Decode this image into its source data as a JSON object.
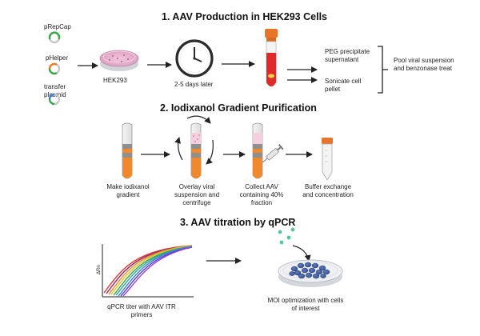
{
  "sections": [
    {
      "title": "1.  AAV Production in HEK293 Cells"
    },
    {
      "title": "2. Iodixanol Gradient Purification"
    },
    {
      "title": "3. AAV titration by qPCR"
    }
  ],
  "plasmids": [
    "pRepCap",
    "pHelper",
    "transfer plasmid"
  ],
  "step1": {
    "cells": "HEK293",
    "time": "2-5 days later",
    "outputs": [
      "PEG precipitate supernatant",
      "Sonicate cell pellet"
    ],
    "pool": "Pool viral suspension and benzonase treat"
  },
  "step2": {
    "labels": [
      "Make iodixanol gradient",
      "Overlay viral suspension and centrifuge",
      "Collect AAV containing 40% fraction",
      "Buffer exchange and concentration"
    ]
  },
  "step3": {
    "ylabel": "ΔRn",
    "qpcr_label": "qPCR titer with AAV ITR primers",
    "moi_label": "MOI optimization with cells of interest"
  },
  "colors": {
    "plasmid_green": "#3aa64a",
    "plasmid_orange": "#ef7d22",
    "plasmid_blue": "#3f7fd6",
    "dish_pink": "#e9a7c8",
    "blood_red": "#e02a2a",
    "cap_orange": "#e8742a",
    "layer_orange": "#f0892e",
    "layer_gray": "#8f8f8f",
    "cell_blue": "#35508f",
    "virus_teal": "#4fc6a8"
  },
  "icons": [
    "plasmid-icon",
    "petri-dish-icon",
    "clock-icon",
    "blood-tube-icon",
    "gradient-tube-icon",
    "syringe-icon",
    "conical-tube-icon",
    "rotate-arrow-icon",
    "arrow-icon",
    "bracket-icon",
    "qpcr-curve-icon",
    "cell-dish-icon",
    "virus-particle-icon"
  ]
}
